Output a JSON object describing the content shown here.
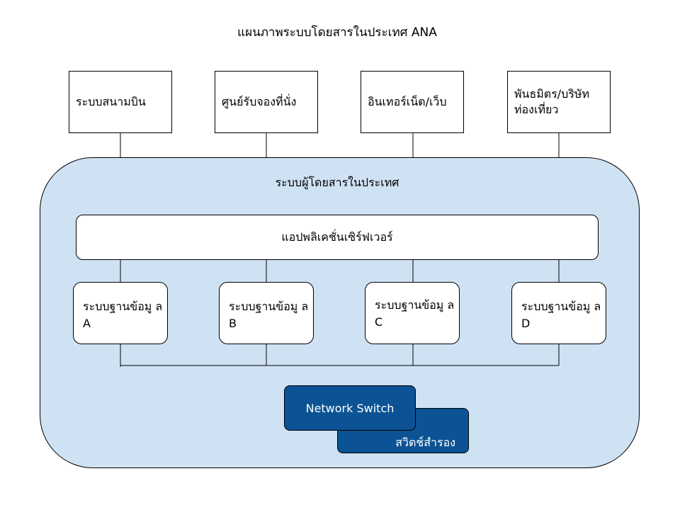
{
  "title": "แผนภาพระบบโดยสารในประเทศ ANA",
  "channels": [
    {
      "label": "ระบบสนามบิน"
    },
    {
      "label": "ศูนย์รับจองที่นั่ง"
    },
    {
      "label": "อินเทอร์เน็ต/เว็บ"
    },
    {
      "label": "พันธมิตร/บริษัท ท่องเที่ยว"
    }
  ],
  "system": {
    "label": "ระบบผู้โดยสารในประเทศ",
    "app_server": "แอปพลิเคชั่นเซิร์ฟเวอร์",
    "databases": [
      {
        "label": "ระบบฐานข้อมู ล A"
      },
      {
        "label": "ระบบฐานข้อมู ล B"
      },
      {
        "label": "ระบบฐานข้อมู ล C"
      },
      {
        "label": "ระบบฐานข้อมู ล D"
      }
    ],
    "network_switch": "Network Switch",
    "backup_switch": "สวิตช์สำรอง"
  },
  "colors": {
    "container_fill": "#cfe2f3",
    "switch_fill": "#0b5394",
    "line": "#000000"
  }
}
